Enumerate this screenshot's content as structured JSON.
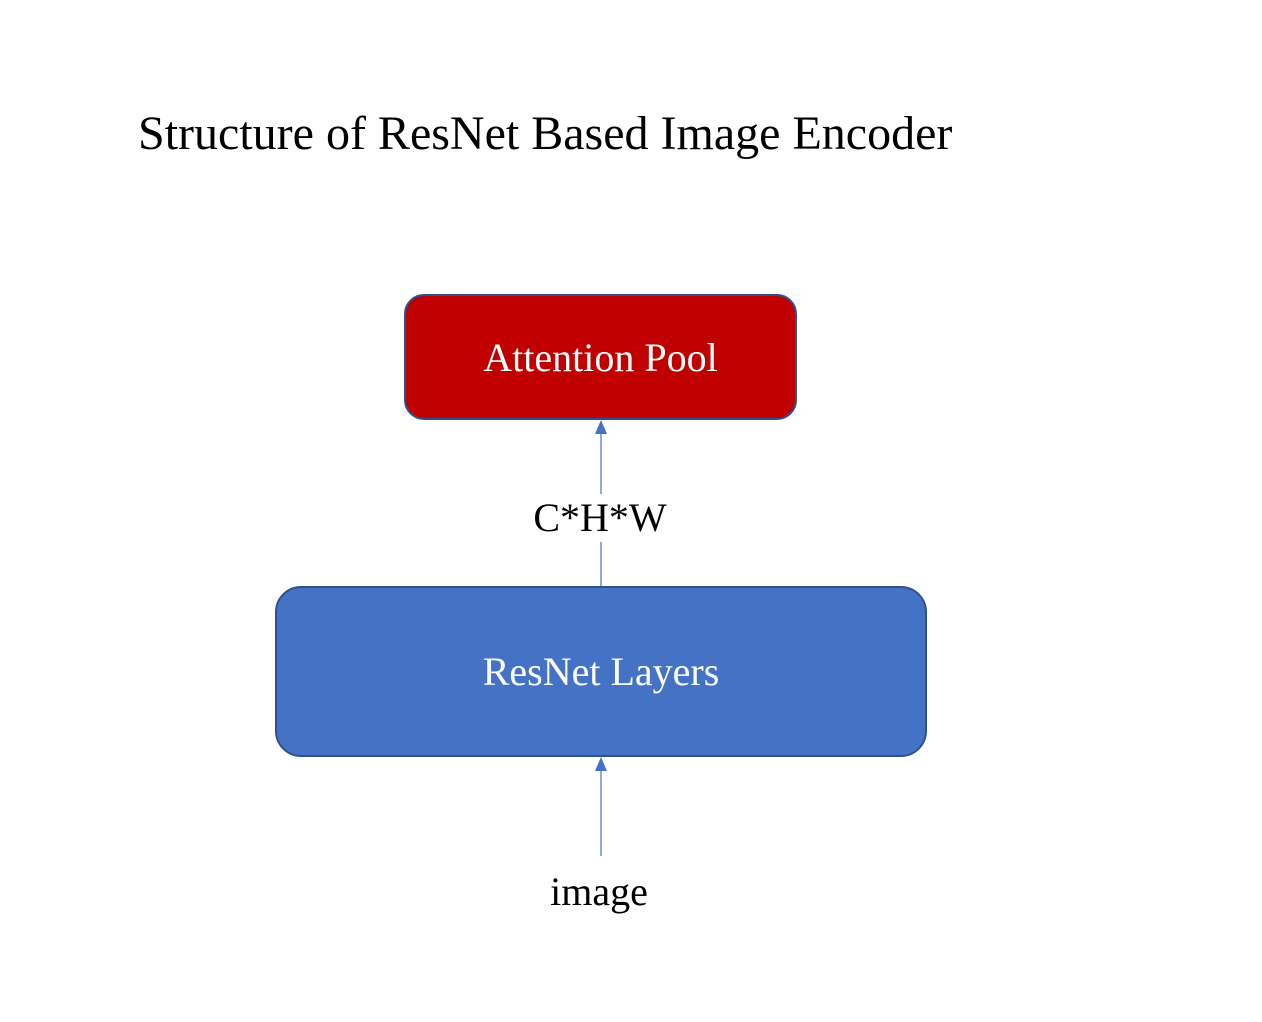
{
  "title": "Structure of ResNet Based Image Encoder",
  "nodes": {
    "attention_pool": {
      "label": "Attention Pool",
      "fill": "#c00000"
    },
    "resnet_layers": {
      "label": "ResNet Layers",
      "fill": "#4472c4"
    }
  },
  "edges": {
    "image_to_resnet": {
      "from": "image",
      "to": "ResNet Layers",
      "color": "#4472c4"
    },
    "resnet_to_attention": {
      "from": "ResNet Layers",
      "to": "Attention Pool",
      "label": "C*H*W",
      "color": "#4472c4"
    }
  },
  "input_label": "image"
}
